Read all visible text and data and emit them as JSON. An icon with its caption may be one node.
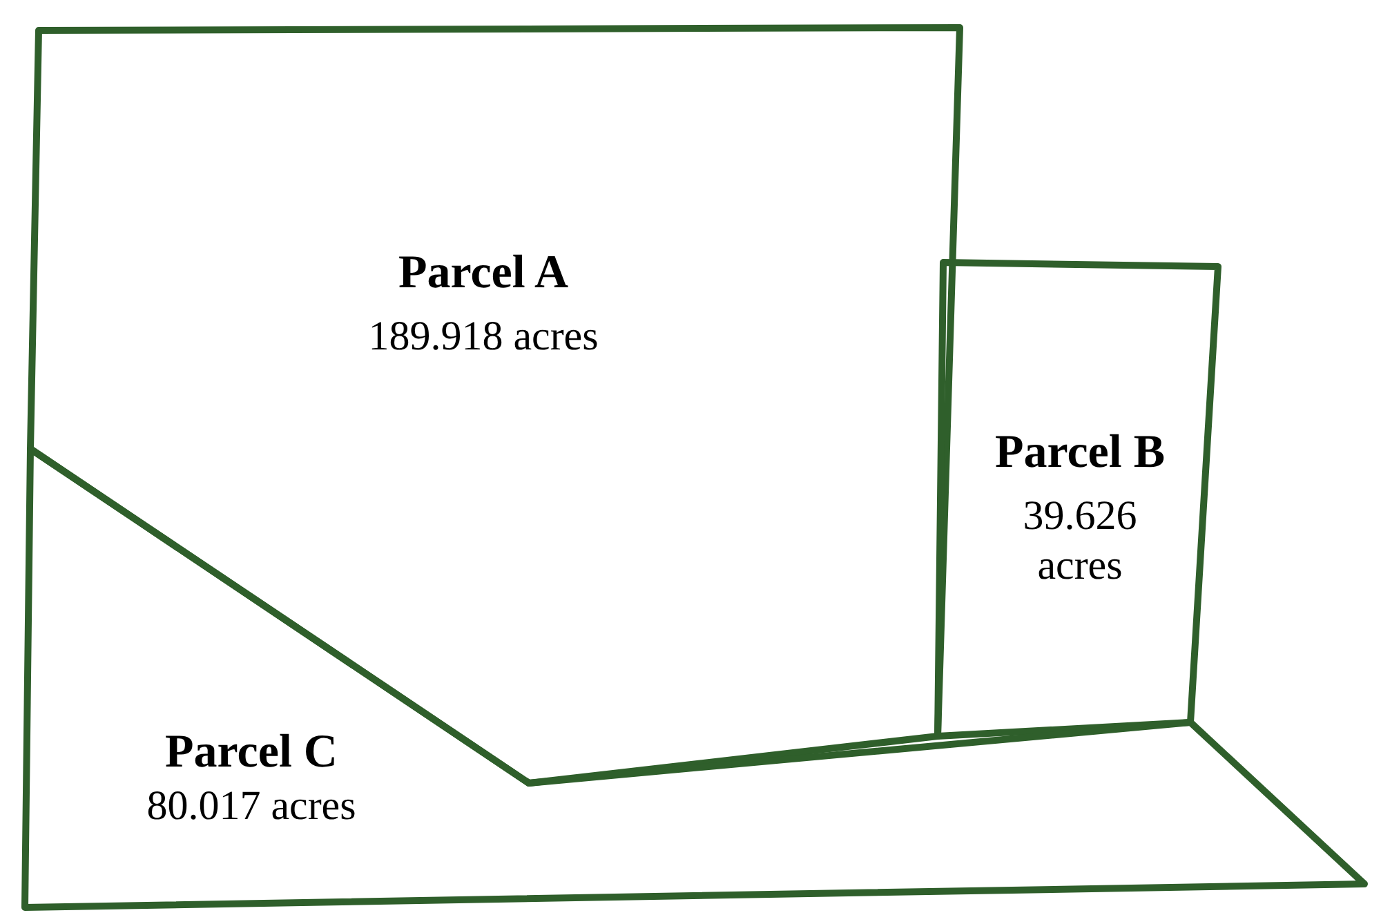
{
  "diagram": {
    "nodes": [
      {
        "text": [
          "Parcel A",
          "189.918 acres"
        ]
      },
      {
        "text": [
          "Parcel B",
          "39.626 acres"
        ]
      },
      {
        "text": [
          "Parcel C",
          "80.017 acres"
        ]
      }
    ]
  }
}
